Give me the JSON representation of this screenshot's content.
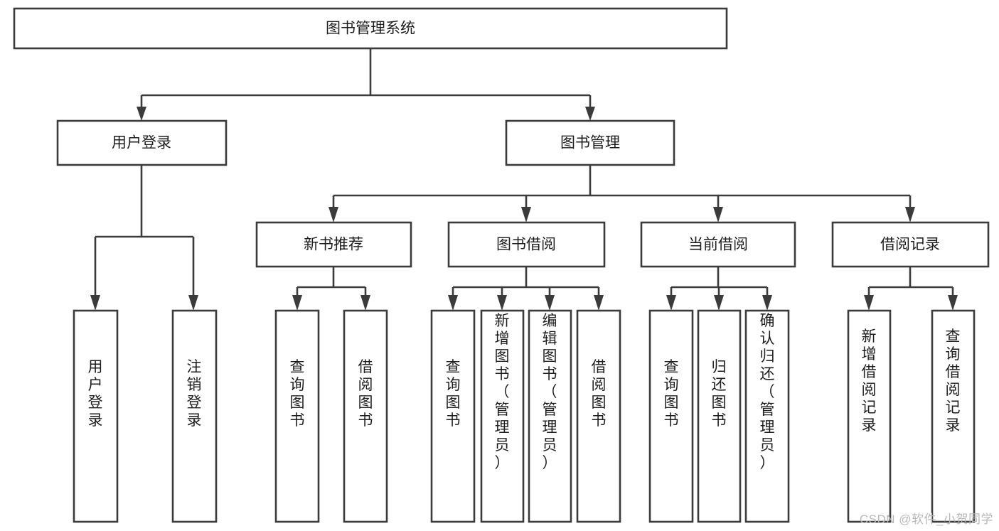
{
  "diagram": {
    "title": "图书管理系统",
    "type": "tree-hierarchy-chart",
    "colors": {
      "background": "#ffffff",
      "stroke": "#3b3b3b",
      "node_fill": "#ffffff",
      "text": "#1d1d1d",
      "watermark": "#b8b8b8"
    },
    "root": {
      "id": "root",
      "label": "图书管理系统",
      "orientation": "horizontal"
    },
    "level1": [
      {
        "id": "user-login",
        "label": "用户登录",
        "orientation": "horizontal"
      },
      {
        "id": "book-management",
        "label": "图书管理",
        "orientation": "horizontal"
      }
    ],
    "level2": [
      {
        "id": "new-book-recommend",
        "label": "新书推荐",
        "parent": "book-management",
        "orientation": "horizontal"
      },
      {
        "id": "book-borrow",
        "label": "图书借阅",
        "parent": "book-management",
        "orientation": "horizontal"
      },
      {
        "id": "current-borrow",
        "label": "当前借阅",
        "parent": "book-management",
        "orientation": "horizontal"
      },
      {
        "id": "borrow-record",
        "label": "借阅记录",
        "parent": "book-management",
        "orientation": "horizontal"
      }
    ],
    "leaves": [
      {
        "id": "leaf-user-login",
        "label": "用户登录",
        "parent": "user-login",
        "orientation": "vertical"
      },
      {
        "id": "leaf-logout-login",
        "label": "注销登录",
        "parent": "user-login",
        "orientation": "vertical"
      },
      {
        "id": "leaf-query-book-1",
        "label": "查询图书",
        "parent": "new-book-recommend",
        "orientation": "vertical"
      },
      {
        "id": "leaf-borrow-book-1",
        "label": "借阅图书",
        "parent": "new-book-recommend",
        "orientation": "vertical"
      },
      {
        "id": "leaf-query-book-2",
        "label": "查询图书",
        "parent": "book-borrow",
        "orientation": "vertical"
      },
      {
        "id": "leaf-add-book",
        "label": "新增图书（管理员）",
        "parent": "book-borrow",
        "orientation": "vertical"
      },
      {
        "id": "leaf-edit-book",
        "label": "编辑图书（管理员）",
        "parent": "book-borrow",
        "orientation": "vertical"
      },
      {
        "id": "leaf-borrow-book-2",
        "label": "借阅图书",
        "parent": "book-borrow",
        "orientation": "vertical"
      },
      {
        "id": "leaf-query-book-3",
        "label": "查询图书",
        "parent": "current-borrow",
        "orientation": "vertical"
      },
      {
        "id": "leaf-return-book",
        "label": "归还图书",
        "parent": "current-borrow",
        "orientation": "vertical"
      },
      {
        "id": "leaf-confirm-return",
        "label": "确认归还（管理员）",
        "parent": "current-borrow",
        "orientation": "vertical"
      },
      {
        "id": "leaf-add-record",
        "label": "新增借阅记录",
        "parent": "borrow-record",
        "orientation": "vertical"
      },
      {
        "id": "leaf-query-record",
        "label": "查询借阅记录",
        "parent": "borrow-record",
        "orientation": "vertical"
      }
    ]
  },
  "watermark": {
    "text": "CSDN @软件_小贺同学"
  }
}
